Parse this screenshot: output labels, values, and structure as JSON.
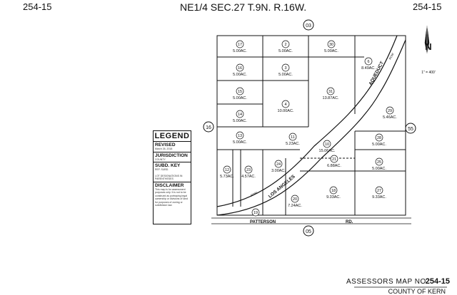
{
  "header": {
    "left_number": "254-15",
    "title": "NE1/4 SEC.27 T.9N. R.16W.",
    "right_number": "254-15"
  },
  "north_arrow": {
    "letter": "N",
    "scale": "1\" = 400'"
  },
  "sections": {
    "top": "03",
    "left": "16",
    "right": "55",
    "bottom": "05"
  },
  "roads": {
    "road_label": "PATTERSON",
    "road_suffix": "RD.",
    "aqueduct": "AQUEDUCT",
    "los_angeles": "LOS ANGELES",
    "row": "ROW",
    "row2": "ROW"
  },
  "parcels": [
    {
      "id": "17",
      "area": "5.00AC."
    },
    {
      "id": "2",
      "area": "5.00AC."
    },
    {
      "id": "30",
      "area": "5.00AC."
    },
    {
      "id": "16",
      "area": "5.00AC."
    },
    {
      "id": "3",
      "area": "5.00AC."
    },
    {
      "id": "6",
      "area": "8.49AC."
    },
    {
      "id": "15",
      "area": "5.00AC."
    },
    {
      "id": "31",
      "area": "13.87AC."
    },
    {
      "id": "4",
      "area": "10.00AC."
    },
    {
      "id": "14",
      "area": "5.00AC."
    },
    {
      "id": "29",
      "area": "5.46AC."
    },
    {
      "id": "13",
      "area": "5.00AC."
    },
    {
      "id": "11",
      "area": "5.23AC."
    },
    {
      "id": "10",
      "area": "15.06AC."
    },
    {
      "id": "28",
      "area": "5.00AC."
    },
    {
      "id": "12",
      "area": "5.73AC."
    },
    {
      "id": "23",
      "area": "4.57AC."
    },
    {
      "id": "24",
      "area": "3.00AC."
    },
    {
      "id": "21",
      "area": "6.88AC."
    },
    {
      "id": "25",
      "area": "5.00AC."
    },
    {
      "id": "18",
      "area": "9.33AC."
    },
    {
      "id": "27",
      "area": "9.33AC."
    },
    {
      "id": "20",
      "area": "7.24AC."
    },
    {
      "id": "19",
      "area": ""
    }
  ],
  "legend": {
    "title": "LEGEND",
    "revised_label": "REVISED",
    "revised_date": "March 26, 2018",
    "jurisdiction_label": "JURISDICTION",
    "jurisdiction_value": "COUNTY",
    "subd_label": "SUBD. KEY",
    "subd_value": "REF.  SUBD.",
    "lot_note": "LOT DESIGNATIONS IN PARENTHESES",
    "disclaimer_label": "DISCLAIMER",
    "disclaimer_text": "This map is for assessment purposes only. It is not to be construed as portraying legal ownership or divisions of land for purposes of zoning or subdivision law."
  },
  "footer": {
    "label": "ASSESSORS MAP NO.",
    "map_no": "254-15",
    "county": "COUNTY OF KERN"
  }
}
